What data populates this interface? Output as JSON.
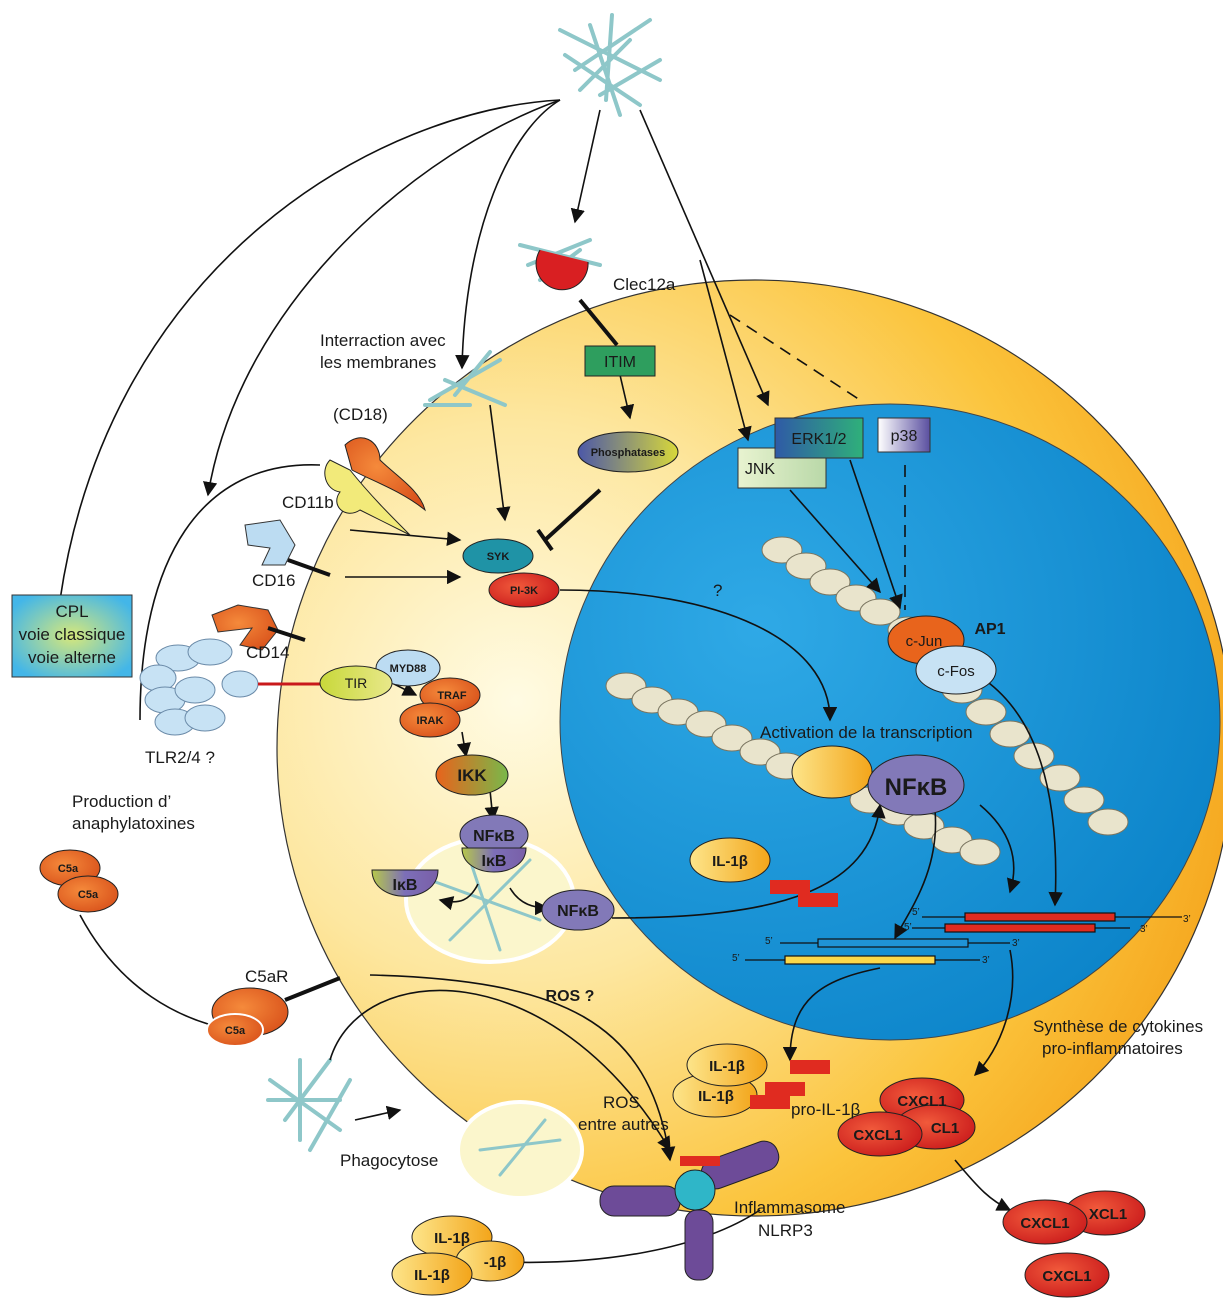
{
  "labels": {
    "clec12a": "Clec12a",
    "itim": "ITIM",
    "phosphatases": "Phosphatases",
    "interraction_1": "Interraction avec",
    "interraction_2": "les membranes",
    "cd18": "(CD18)",
    "cd11b": "CD11b",
    "cd16": "CD16",
    "cd14": "CD14",
    "tlr": "TLR2/4 ?",
    "cpl_1": "CPL",
    "cpl_2": "voie classique",
    "cpl_3": "voie alterne",
    "syk": "SYK",
    "pi3k": "PI-3K",
    "myd88": "MYD88",
    "tir": "TIR",
    "traf": "TRAF",
    "irak": "IRAK",
    "ikk": "IKK",
    "nfkb": "NFκB",
    "ikb": "IκB",
    "erk": "ERK1/2",
    "jnk": "JNK",
    "p38": "p38",
    "cjun": "c-Jun",
    "cfos": "c-Fos",
    "ap1": "AP1",
    "question": "?",
    "activation": "Activation de la transcription",
    "prod_1": "Production d’",
    "prod_2": "anaphylatoxines",
    "c5a": "C5a",
    "c5ar": "C5aR",
    "ros_q": "ROS ?",
    "ros_1": "ROS",
    "ros_2": "entre autres",
    "phagocytose": "Phagocytose",
    "il1b": "IL-1β",
    "il1b_partial": "-1β",
    "pro_il1b": "pro-IL-1β",
    "inflammasome_1": "Inflammasome",
    "inflammasome_2": "NLRP3",
    "synthese_1": "Synthèse de cytokines",
    "synthese_2": "pro-inflammatoires",
    "cxcl1": "CXCL1",
    "cxcl1_partial": "CL1",
    "cxcl1_partial2": "XCL1",
    "five_prime": "5’",
    "three_prime": "3’"
  },
  "colors": {
    "cell_outer": "#f6a316",
    "cell_inner": "#fde9a8",
    "nucleus": "#1597d8",
    "red_protein": "#e02b20",
    "orange_protein": "#e8641c",
    "purple_protein": "#8279b8",
    "teal_protein": "#1f93a6",
    "itim": "#2e9e5e",
    "cpl_box": "#49b8e6"
  }
}
